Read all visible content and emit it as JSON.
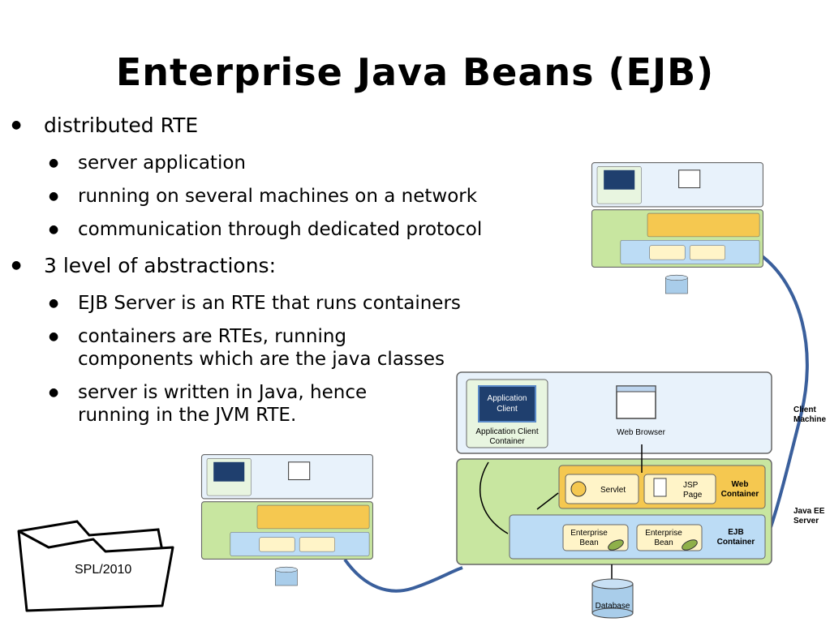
{
  "slide": {
    "title": "Enterprise Java Beans (EJB)",
    "bullets": [
      {
        "text": "distributed RTE",
        "sub": [
          "server application",
          "running on several machines on a network",
          "communication through dedicated protocol"
        ]
      },
      {
        "text": "3 level of abstractions:",
        "sub": [
          "EJB Server is an RTE that runs containers",
          "containers are RTEs, running",
          "components which are the java classes",
          "server is written in Java, hence",
          "running in the JVM RTE."
        ]
      }
    ],
    "footer": "SPL/2010"
  },
  "diagram": {
    "app_client": [
      "Application",
      "Client"
    ],
    "app_client_container": [
      "Application Client",
      "Container"
    ],
    "web_browser": "Web Browser",
    "client_machine": [
      "Client",
      "Machine"
    ],
    "servlet": "Servlet",
    "jsp_page": [
      "JSP",
      "Page"
    ],
    "web_container": [
      "Web",
      "Container"
    ],
    "java_ee_server": [
      "Java EE",
      "Server"
    ],
    "enterprise_bean": [
      "Enterprise",
      "Bean"
    ],
    "ejb_container": [
      "EJB",
      "Container"
    ],
    "database": "Database"
  },
  "colors": {
    "client_bg": "#e8f2fb",
    "server_bg": "#c8e6a0",
    "web_container_bg": "#f5c850",
    "ejb_container_bg": "#bcdcf5",
    "bean_bg": "#fff4c8",
    "bean_icon": "#8fb04a",
    "db": "#a9cdea",
    "connector": "#3a5f9c"
  }
}
